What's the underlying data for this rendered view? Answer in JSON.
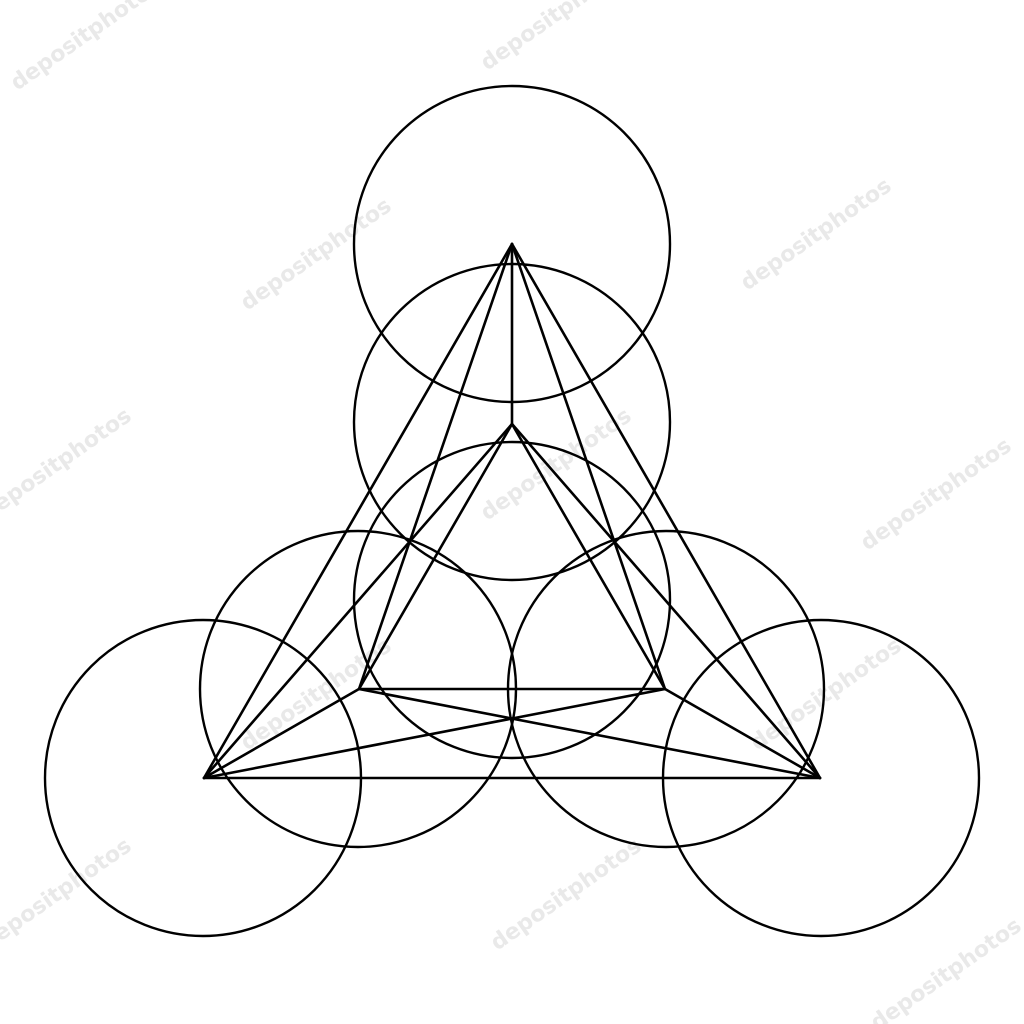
{
  "figure": {
    "background_color": "#ffffff",
    "stroke_color": "#000000",
    "watermark_color": "#e9e9e9",
    "circle_count": 7,
    "description_elements": [
      "outer-triangle",
      "inner-triangle",
      "radial-lines",
      "circles"
    ]
  },
  "watermark": {
    "text": "depositphotos"
  }
}
